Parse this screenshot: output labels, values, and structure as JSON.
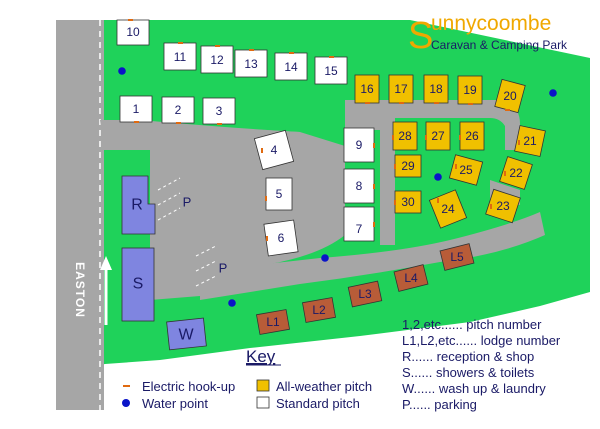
{
  "title": {
    "initial": "S",
    "rest": "unnycoombe",
    "subtitle": "Caravan & Camping Park"
  },
  "road_name": "EASTON",
  "colors": {
    "grass": "#1fd25a",
    "road": "#a6a6a6",
    "standard_pitch": "#ffffff",
    "all_weather_pitch": "#f0c000",
    "lodge": "#b85c38",
    "building": "#7f85e0",
    "water_point": "#0a14c8",
    "hookup": "#e06a10",
    "text": "#1a1a66",
    "title_orange": "#f0a800"
  },
  "pitches": {
    "standard": [
      "10",
      "11",
      "12",
      "13",
      "14",
      "15",
      "1",
      "2",
      "3",
      "4",
      "5",
      "6",
      "7",
      "8",
      "9"
    ],
    "all_weather": [
      "16",
      "17",
      "18",
      "19",
      "20",
      "21",
      "22",
      "23",
      "24",
      "25",
      "26",
      "27",
      "28",
      "29",
      "30"
    ]
  },
  "lodges": [
    "L1",
    "L2",
    "L3",
    "L4",
    "L5"
  ],
  "buildings": [
    "R",
    "S",
    "W"
  ],
  "parking_label": "P",
  "key": {
    "title": "Key",
    "hookup": "Electric hook-up",
    "water": "Water point",
    "all_weather": "All-weather pitch",
    "standard": "Standard pitch",
    "notes": [
      "1,2,etc...... pitch number",
      "L1,L2,etc...... lodge number",
      "R...... reception & shop",
      "S...... showers & toilets",
      "W...... wash up & laundry",
      "P...... parking"
    ]
  }
}
